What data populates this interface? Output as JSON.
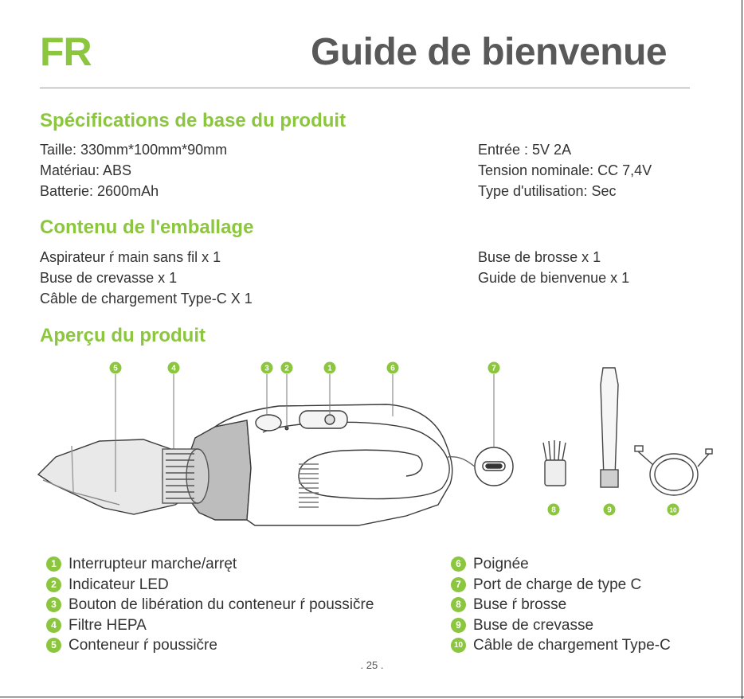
{
  "header": {
    "lang": "FR",
    "title": "Guide de bienvenue"
  },
  "specs": {
    "heading": "Spécifications de base du produit",
    "left": [
      "Taille: 330mm*100mm*90mm",
      "Matériau: ABS",
      "Batterie: 2600mAh"
    ],
    "right": [
      "Entrée : 5V 2A",
      "Tension nominale: CC 7,4V",
      "Type d'utilisation: Sec"
    ]
  },
  "contents": {
    "heading": "Contenu de l'emballage",
    "left": [
      "Aspirateur ŕ main sans fil x 1",
      "Buse de crevasse x 1",
      "Câble de chargement Type-C X 1"
    ],
    "right": [
      "Buse de brosse x 1",
      "Guide de bienvenue x 1"
    ]
  },
  "overview": {
    "heading": "Aperçu du produit",
    "callouts": {
      "c5": "5",
      "c4": "4",
      "c3": "3",
      "c2": "2",
      "c1": "1",
      "c6": "6",
      "c7": "7",
      "c8": "8",
      "c9": "9",
      "c10": "10"
    }
  },
  "legend": {
    "left": [
      {
        "num": "1",
        "label": "Interrupteur marche/arręt"
      },
      {
        "num": "2",
        "label": "Indicateur LED"
      },
      {
        "num": "3",
        "label": "Bouton de libération du conteneur ŕ poussičre"
      },
      {
        "num": "4",
        "label": "Filtre HEPA"
      },
      {
        "num": "5",
        "label": "Conteneur ŕ poussičre"
      }
    ],
    "right": [
      {
        "num": "6",
        "label": "Poignée"
      },
      {
        "num": "7",
        "label": "Port de charge de type C"
      },
      {
        "num": "8",
        "label": "Buse ŕ brosse"
      },
      {
        "num": "9",
        "label": "Buse de crevasse"
      },
      {
        "num": "10",
        "label": "Câble de chargement Type-C"
      }
    ]
  },
  "footer": {
    "page": ". 25 ."
  },
  "colors": {
    "accent": "#8cc63f",
    "title": "#595959",
    "text": "#333333"
  }
}
